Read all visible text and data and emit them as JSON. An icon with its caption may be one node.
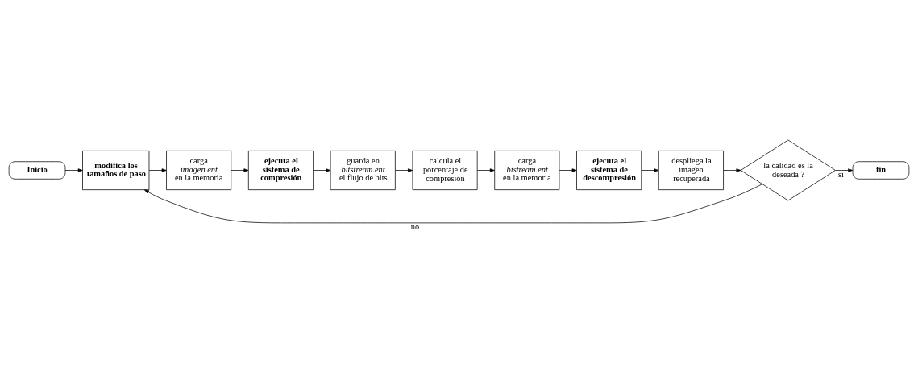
{
  "diagram": {
    "nodes": [
      {
        "text": [
          "Inicio"
        ]
      },
      {
        "text": [
          "modifica los tamaños de paso"
        ]
      },
      {
        "text": [
          "carga *imagen.ent* en la memoria"
        ]
      },
      {
        "text": [
          "ejecuta el sistema de compresión"
        ]
      },
      {
        "text": [
          "guarda en *bitstream.ent* el flujo de bits"
        ]
      },
      {
        "text": [
          "calcula el porcentaje de compresión"
        ]
      },
      {
        "text": [
          "carga *bistream.ent* en la memoria"
        ]
      },
      {
        "text": [
          "ejecuta el sistema de descompresión"
        ]
      },
      {
        "text": [
          "despliega la imagen recuperada"
        ]
      },
      {
        "text": [
          "la calidad es la deseada ?"
        ]
      },
      {
        "text": [
          "fin"
        ]
      }
    ],
    "edges": [
      {
        "from": 0,
        "to": 1,
        "arrow": "to"
      },
      {
        "from": 1,
        "to": 2,
        "arrow": "to"
      },
      {
        "from": 2,
        "to": 3,
        "arrow": "to"
      },
      {
        "from": 3,
        "to": 4,
        "arrow": "to"
      },
      {
        "from": 4,
        "to": 5,
        "arrow": "to"
      },
      {
        "from": 5,
        "to": 6,
        "arrow": "to"
      },
      {
        "from": 6,
        "to": 7,
        "arrow": "to"
      },
      {
        "from": 7,
        "to": 8,
        "arrow": "to"
      },
      {
        "from": 8,
        "to": 9,
        "arrow": "to"
      },
      {
        "from": 9,
        "to": 10,
        "label": "sí",
        "arrow": "to"
      },
      {
        "from": 9,
        "to": 1,
        "label": "no",
        "arrow": "to"
      }
    ]
  }
}
